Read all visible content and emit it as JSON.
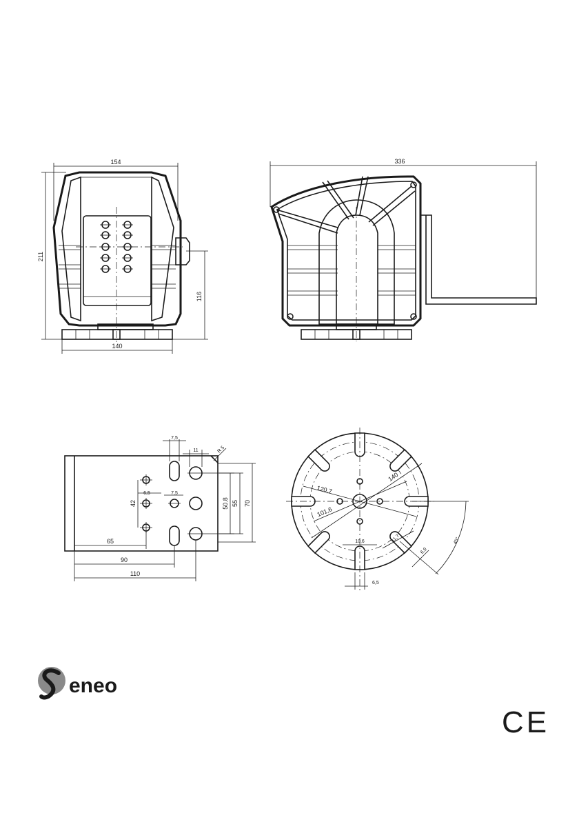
{
  "dimensions": {
    "front_width_top": "154",
    "front_height": "211",
    "front_height_partial": "116",
    "front_base_width": "140",
    "side_total_width": "336",
    "plate_slot_width": "7,5",
    "plate_hole_spacing": "11",
    "plate_radius": "R 5",
    "plate_small_hole_spacing": "6,5",
    "plate_small_hole_offset": "7,5",
    "plate_vertical_42": "42",
    "plate_vertical_50_8": "50.8",
    "plate_vertical_55": "55",
    "plate_vertical_70": "70",
    "plate_horizontal_65": "65",
    "plate_horizontal_90": "90",
    "plate_horizontal_110": "110",
    "round_d_140": "140",
    "round_d_120_7": "120,7",
    "round_d_101_6": "101,6",
    "round_slot_10_6": "10,6",
    "round_slot_11_7": "11,7",
    "round_slot_6_9": "6,9",
    "round_slot_6_5": "6,5",
    "round_angle": "45°"
  },
  "brand": {
    "logo_text": "eneo",
    "mark": "CE"
  },
  "colors": {
    "line": "#1a1a1a",
    "background": "#ffffff",
    "logo_grey": "#8a8a8a"
  }
}
